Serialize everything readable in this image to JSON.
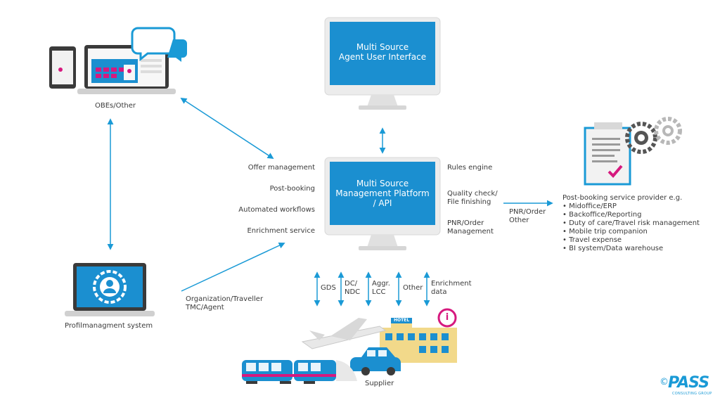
{
  "monitor_top": {
    "line1": "Multi Source",
    "line2": "Agent User Interface"
  },
  "monitor_mid": {
    "line1": "Multi Source",
    "line2": "Management Platform",
    "line3": "/ API"
  },
  "obes_label": "OBEs/Other",
  "profile_label": "Profilmanagment system",
  "left_services": [
    "Offer management",
    "Post-booking",
    "Automated workflows",
    "Enrichment service"
  ],
  "right_services": {
    "rules": "Rules engine",
    "quality1": "Quality check/",
    "quality2": "File finishing",
    "pnr1": "PNR/Order",
    "pnr2": "Management"
  },
  "pnr_link": {
    "line1": "PNR/Order",
    "line2": "Other"
  },
  "provider": {
    "title": "Post-booking service provider e.g.",
    "items": [
      "• Midoffice/ERP",
      "• Backoffice/Reporting",
      "• Duty of care/Travel risk management",
      "• Mobile trip companion",
      "• Travel expense",
      "• BI system/Data warehouse"
    ]
  },
  "org_link": {
    "line1": "Organization/Traveller",
    "line2": "TMC/Agent"
  },
  "channels": {
    "gds": "GDS",
    "dc1": "DC/",
    "dc2": "NDC",
    "aggr1": "Aggr.",
    "aggr2": "LCC",
    "other": "Other",
    "enr1": "Enrichment",
    "enr2": "data"
  },
  "supplier_label": "Supplier",
  "hotel_sign": "HOTEL",
  "info_glyph": "i",
  "logo": {
    "copyright": "©",
    "brand": "PASS",
    "sub": "CONSULTING GROUP"
  },
  "colors": {
    "accent": "#1a9ad6",
    "screen": "#1b8fd0",
    "pink": "#d6197e"
  }
}
